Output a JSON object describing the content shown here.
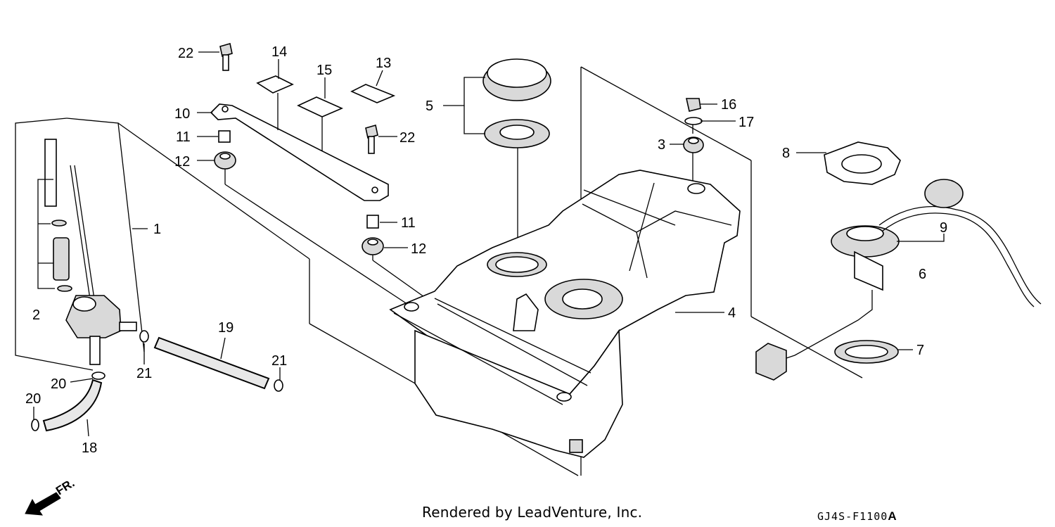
{
  "callouts": [
    {
      "id": "c22a",
      "text": "22"
    },
    {
      "id": "c14",
      "text": "14"
    },
    {
      "id": "c15",
      "text": "15"
    },
    {
      "id": "c13",
      "text": "13"
    },
    {
      "id": "c10",
      "text": "10"
    },
    {
      "id": "c11a",
      "text": "11"
    },
    {
      "id": "c12a",
      "text": "12"
    },
    {
      "id": "c22b",
      "text": "22"
    },
    {
      "id": "c11b",
      "text": "11"
    },
    {
      "id": "c12b",
      "text": "12"
    },
    {
      "id": "c5",
      "text": "5"
    },
    {
      "id": "c16",
      "text": "16"
    },
    {
      "id": "c17",
      "text": "17"
    },
    {
      "id": "c3",
      "text": "3"
    },
    {
      "id": "c8",
      "text": "8"
    },
    {
      "id": "c9",
      "text": "9"
    },
    {
      "id": "c6",
      "text": "6"
    },
    {
      "id": "c4",
      "text": "4"
    },
    {
      "id": "c7",
      "text": "7"
    },
    {
      "id": "c1",
      "text": "1"
    },
    {
      "id": "c2",
      "text": "2"
    },
    {
      "id": "c19",
      "text": "19"
    },
    {
      "id": "c20a",
      "text": "20"
    },
    {
      "id": "c21a",
      "text": "21"
    },
    {
      "id": "c21b",
      "text": "21"
    },
    {
      "id": "c20b",
      "text": "20"
    },
    {
      "id": "c18",
      "text": "18"
    }
  ],
  "direction_label": "FR.",
  "footer": "Rendered by LeadVenture, Inc.",
  "diagram_code": "GJ4S-F1100",
  "diagram_code_suffix": "A",
  "colors": {
    "line": "#000000",
    "background": "#ffffff"
  }
}
